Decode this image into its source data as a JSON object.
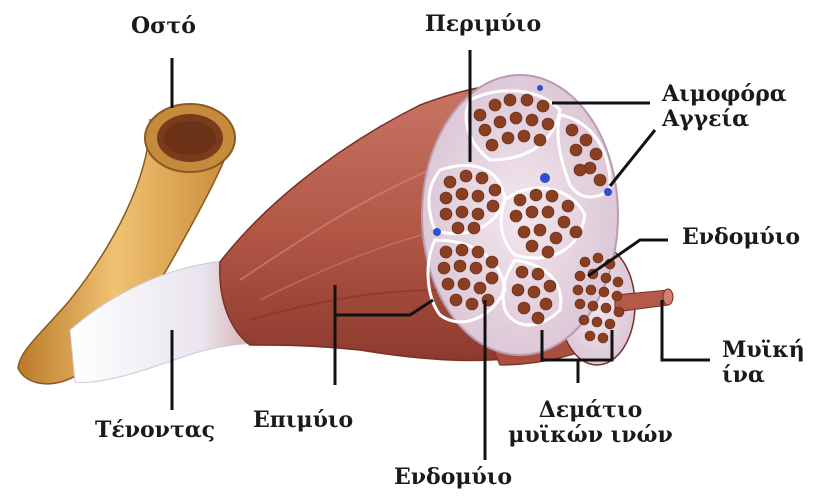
{
  "labels": {
    "bone": "Οστό",
    "perimysium": "Περιμύιο",
    "blood_vessels": "Αιμοφόρα Αγγεία",
    "endomysium_right": "Ενδομύιο",
    "muscle_fiber": "Μυϊκή ίνα",
    "fascicle": "Δεμάτιο μυϊκών ινών",
    "endomysium_bottom": "Ενδομύιο",
    "epimysium": "Επιμύιο",
    "tendon": "Τένοντας"
  },
  "colors": {
    "bone": "#d9a049",
    "bone_marrow": "#7a3b1c",
    "muscle": "#b45a4a",
    "muscle_dark": "#8c3c30",
    "tendon": "#f2f0f4",
    "perimysium": "#e7dbe6",
    "fiber": "#8a3f22",
    "vessel": "#2a4fd1",
    "leader": "#111111"
  }
}
